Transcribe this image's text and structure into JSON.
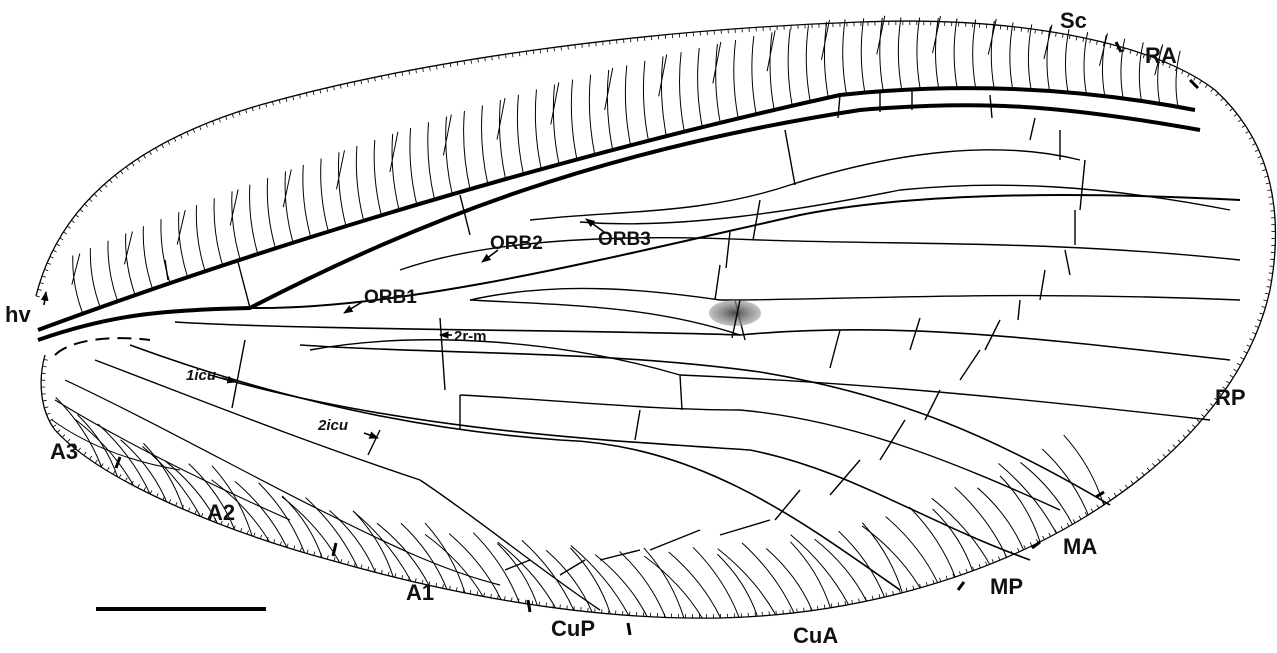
{
  "figure": {
    "vein_labels": {
      "sc": "Sc",
      "ra": "RA",
      "rp": "RP",
      "ma": "MA",
      "mp": "MP",
      "cua": "CuA",
      "cup": "CuP",
      "a1": "A1",
      "a2": "A2",
      "a3": "A3",
      "hv": "hv"
    },
    "callouts": {
      "orb1": "ORB1",
      "orb2": "ORB2",
      "orb3": "ORB3",
      "r2m": "2r-m",
      "icu1": "1icu",
      "icu2": "2icu"
    },
    "colors": {
      "line": "#000000",
      "stigma": "#707070",
      "background": "#ffffff"
    }
  }
}
